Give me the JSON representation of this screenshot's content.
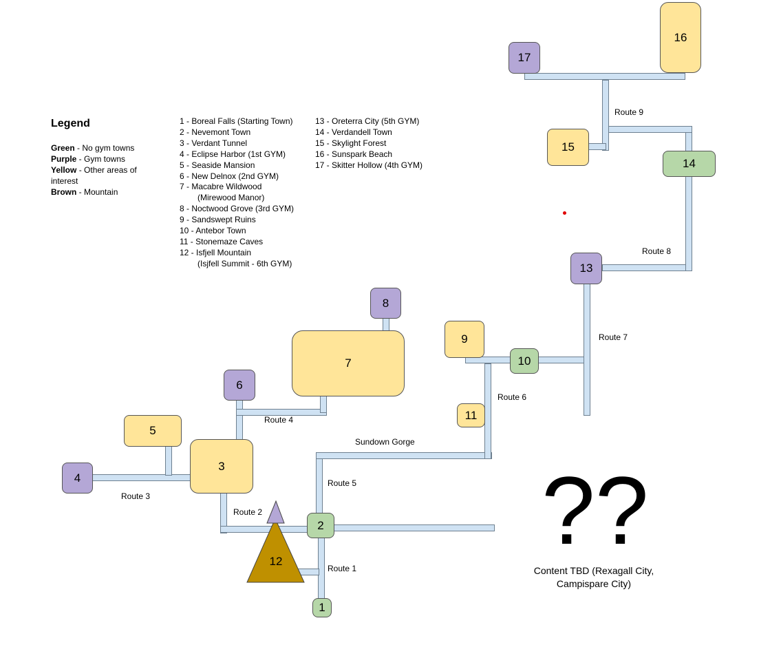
{
  "legend": {
    "title": "Legend",
    "entries": [
      {
        "key": "Green",
        "desc": " - No gym towns",
        "color": "#b6d7a8"
      },
      {
        "key": "Purple",
        "desc": " - Gym towns",
        "color": "#b4a7d6"
      },
      {
        "key": "Yellow",
        "desc": " - Other areas of interest",
        "color": "#ffe599"
      },
      {
        "key": "Brown",
        "desc": " - Mountain",
        "color": "#bf9000"
      }
    ]
  },
  "locations_col1": [
    "1 - Boreal Falls (Starting Town)",
    "2 - Nevemont Town",
    "3 - Verdant Tunnel",
    "4 - Eclipse Harbor (1st GYM)",
    "5 - Seaside Mansion",
    "6 - New Delnox (2nd GYM)",
    "7 - Macabre Wildwood",
    "(Mirewood Manor)",
    "8 - Noctwood Grove (3rd GYM)",
    "9 - Sandswept Ruins",
    "10 - Antebor Town",
    "11 - Stonemaze Caves",
    "12 - Isfjell Mountain",
    "(Isjfell Summit - 6th GYM)"
  ],
  "locations_col2": [
    "13 - Oreterra City (5th GYM)",
    "14 - Verdandell Town",
    "15 - Skylight Forest",
    "16 - Sunspark Beach",
    "17 - Skitter Hollow (4th GYM)"
  ],
  "nodes": {
    "n1": "1",
    "n2": "2",
    "n3": "3",
    "n4": "4",
    "n5": "5",
    "n6": "6",
    "n7": "7",
    "n8": "8",
    "n9": "9",
    "n10": "10",
    "n11": "11",
    "n12": "12",
    "n13": "13",
    "n14": "14",
    "n15": "15",
    "n16": "16",
    "n17": "17"
  },
  "routes": {
    "r1": "Route 1",
    "r2": "Route 2",
    "r3": "Route 3",
    "r4": "Route 4",
    "r5": "Route 5",
    "r6": "Route 6",
    "r7": "Route 7",
    "r8": "Route 8",
    "r9": "Route 9",
    "gorge": "Sundown Gorge"
  },
  "tbd": {
    "symbol": "??",
    "text": "Content TBD (Rexagall City, Campispare City)"
  },
  "colors": {
    "road_fill": "#cfe2f3",
    "road_border": "#6d7f8f",
    "mountain": "#bf9000",
    "summit": "#b4a7d6",
    "marker": "#e00000"
  }
}
